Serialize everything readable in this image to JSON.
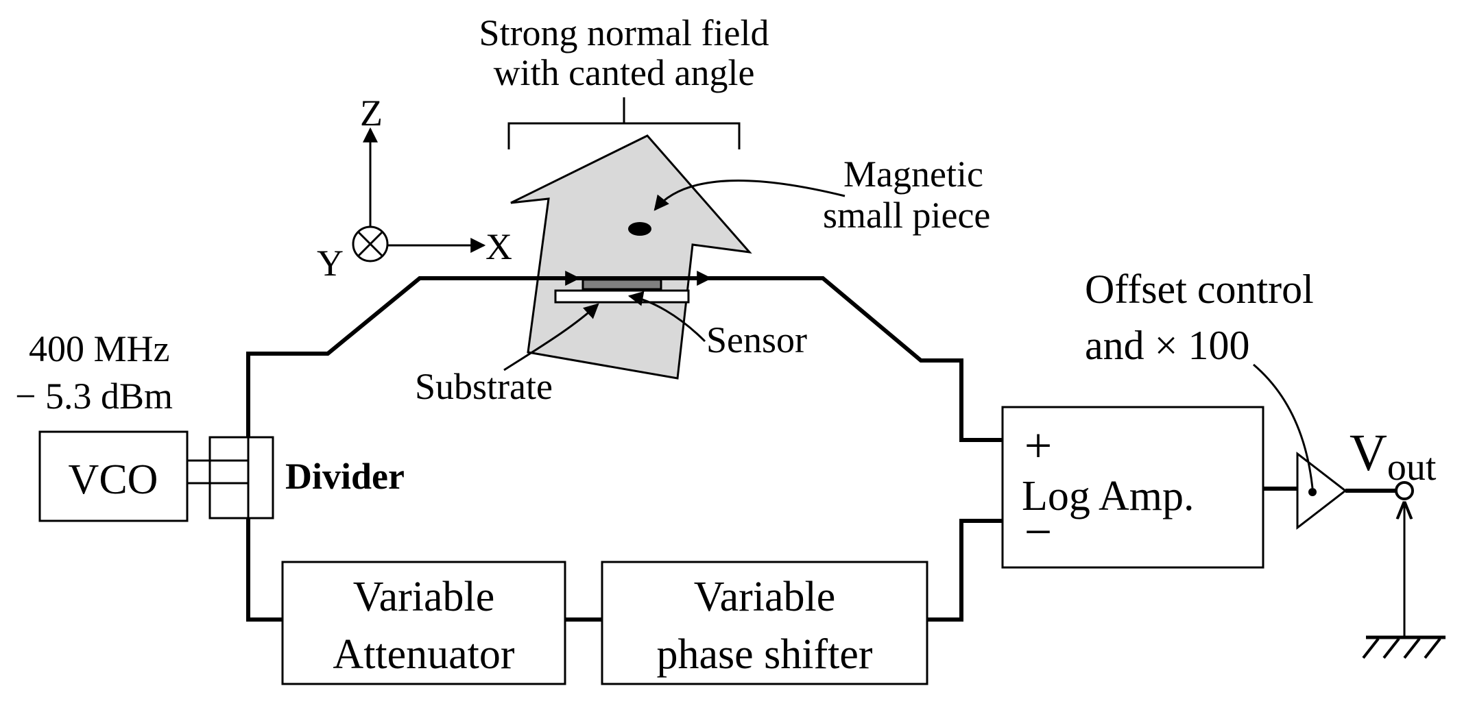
{
  "field": {
    "line1": "Strong normal field",
    "line2": "with canted angle",
    "fill": "#d9d9d9"
  },
  "axes": {
    "z": "Z",
    "x": "X",
    "y": "Y"
  },
  "labels": {
    "magnetic_line1": "Magnetic",
    "magnetic_line2": "small piece",
    "sensor": "Sensor",
    "substrate": "Substrate",
    "freq": "400 MHz",
    "power": "− 5.3 dBm",
    "divider": "Divider",
    "offset_line1": "Offset control",
    "offset_line2": "and × 100",
    "vout_main": "V",
    "vout_sub": "out"
  },
  "blocks": {
    "vco": "VCO",
    "attenuator_line1": "Variable",
    "attenuator_line2": "Attenuator",
    "phase_line1": "Variable",
    "phase_line2": "phase shifter",
    "logamp": "Log Amp.",
    "plus": "+",
    "minus": "−"
  }
}
